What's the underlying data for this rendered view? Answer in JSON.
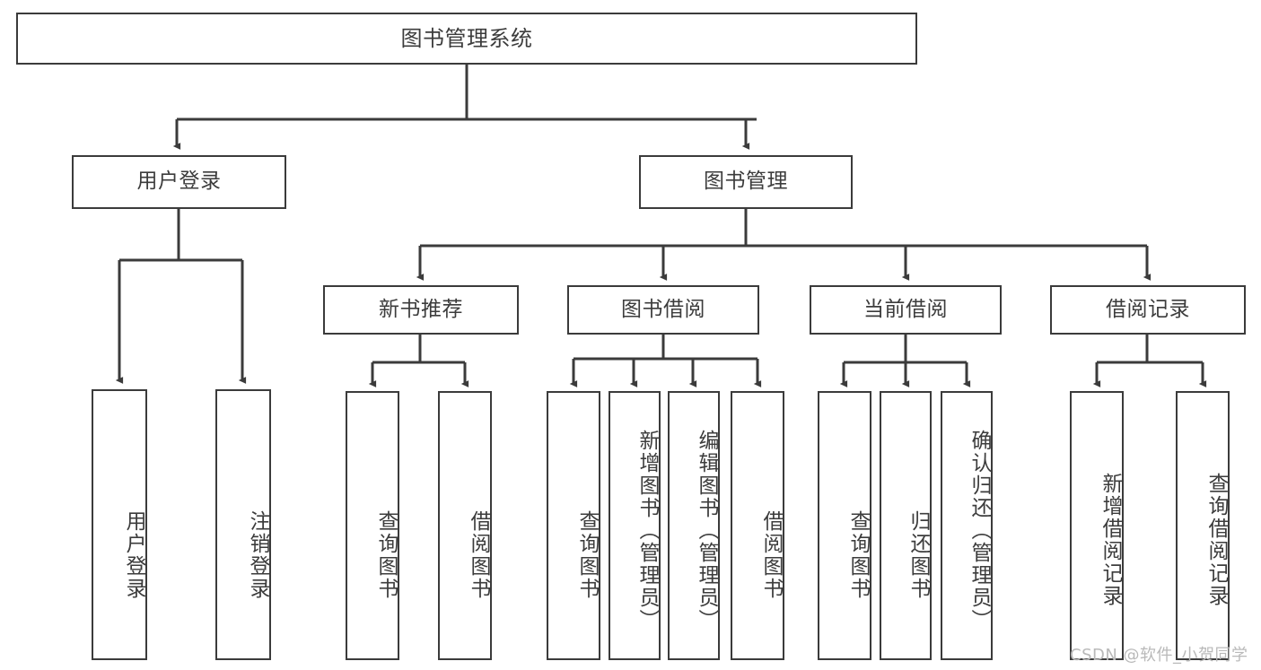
{
  "diagram": {
    "type": "tree",
    "title": "图书管理系统",
    "orientation": "top-down",
    "colors": {
      "background": "#ffffff",
      "stroke": "#3b3b3b",
      "text": "#3c3c3c",
      "watermark": "#b9b9b9"
    },
    "levels": {
      "root": "图书管理系统",
      "level1": [
        "用户登录",
        "图书管理"
      ],
      "level2": [
        "新书推荐",
        "图书借阅",
        "当前借阅",
        "借阅记录"
      ]
    },
    "nodes": {
      "root": {
        "label": "图书管理系统"
      },
      "user_login": {
        "label": "用户登录"
      },
      "book_manage": {
        "label": "图书管理"
      },
      "new_book_rec": {
        "label": "新书推荐"
      },
      "book_borrow": {
        "label": "图书借阅"
      },
      "current_borrow": {
        "label": "当前借阅"
      },
      "borrow_record": {
        "label": "借阅记录"
      },
      "leaf_user_login": {
        "label": "用户登录"
      },
      "leaf_user_logout": {
        "label": "注销登录"
      },
      "leaf_query_book_1": {
        "label": "查询图书"
      },
      "leaf_borrow_book_1": {
        "label": "借阅图书"
      },
      "leaf_query_book_2": {
        "label": "查询图书"
      },
      "leaf_add_book": {
        "label": "新增图书（管理员）"
      },
      "leaf_edit_book": {
        "label": "编辑图书（管理员）"
      },
      "leaf_borrow_book_2": {
        "label": "借阅图书"
      },
      "leaf_query_book_3": {
        "label": "查询图书"
      },
      "leaf_return_book": {
        "label": "归还图书"
      },
      "leaf_confirm_return": {
        "label": "确认归还（管理员）"
      },
      "leaf_add_record": {
        "label": "新增借阅记录"
      },
      "leaf_query_record": {
        "label": "查询借阅记录"
      }
    },
    "edges": [
      {
        "from": "root",
        "to": "user_login"
      },
      {
        "from": "root",
        "to": "book_manage"
      },
      {
        "from": "user_login",
        "to": "leaf_user_login"
      },
      {
        "from": "user_login",
        "to": "leaf_user_logout"
      },
      {
        "from": "book_manage",
        "to": "new_book_rec"
      },
      {
        "from": "book_manage",
        "to": "book_borrow"
      },
      {
        "from": "book_manage",
        "to": "current_borrow"
      },
      {
        "from": "book_manage",
        "to": "borrow_record"
      },
      {
        "from": "new_book_rec",
        "to": "leaf_query_book_1"
      },
      {
        "from": "new_book_rec",
        "to": "leaf_borrow_book_1"
      },
      {
        "from": "book_borrow",
        "to": "leaf_query_book_2"
      },
      {
        "from": "book_borrow",
        "to": "leaf_add_book"
      },
      {
        "from": "book_borrow",
        "to": "leaf_edit_book"
      },
      {
        "from": "book_borrow",
        "to": "leaf_borrow_book_2"
      },
      {
        "from": "current_borrow",
        "to": "leaf_query_book_3"
      },
      {
        "from": "current_borrow",
        "to": "leaf_return_book"
      },
      {
        "from": "current_borrow",
        "to": "leaf_confirm_return"
      },
      {
        "from": "borrow_record",
        "to": "leaf_add_record"
      },
      {
        "from": "borrow_record",
        "to": "leaf_query_record"
      }
    ]
  },
  "watermark": {
    "text": "CSDN @软件_小贺同学"
  }
}
